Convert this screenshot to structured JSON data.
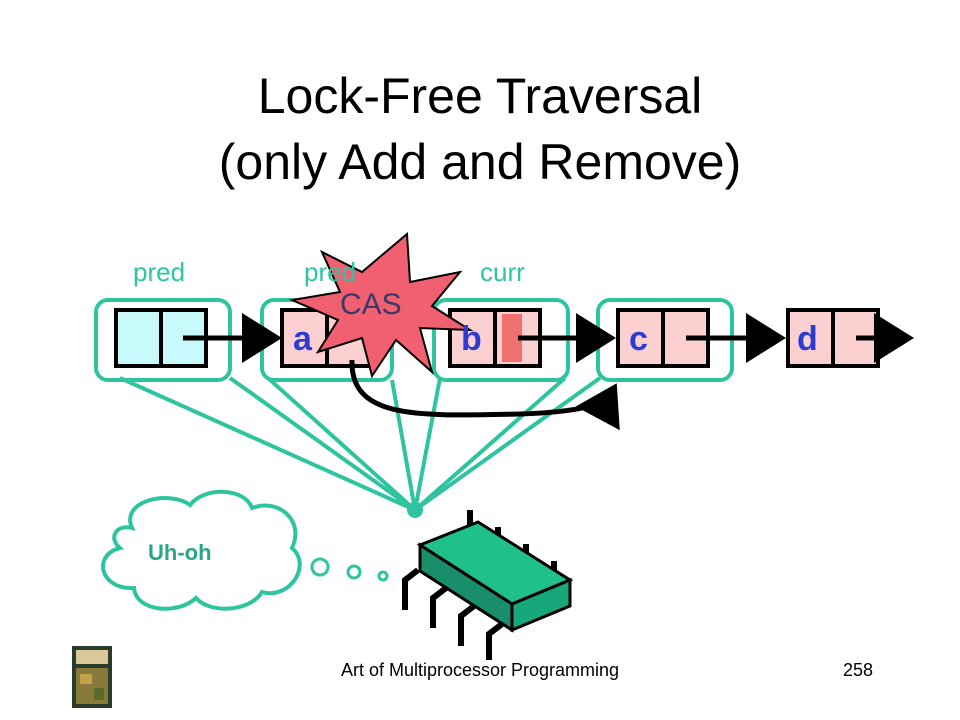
{
  "slide": {
    "title_line1": "Lock-Free Traversal",
    "title_line2": "(only Add and Remove)",
    "footer": "Art of Multiprocessor Programming",
    "page_number": "258"
  },
  "pointers": {
    "pred1": "pred",
    "pred2": "pred",
    "curr": "curr"
  },
  "nodes": [
    "a",
    "b",
    "c",
    "d"
  ],
  "cas_label": "CAS",
  "thought": "Uh-oh",
  "colors": {
    "teal": "#2ec4a0",
    "node_fill": "#fcd0d0",
    "head_fill": "#c8fafc",
    "letter": "#2a3bd6",
    "mark": "#f07070",
    "cas_fill": "#f06070",
    "chip_fill": "#20c08c"
  }
}
